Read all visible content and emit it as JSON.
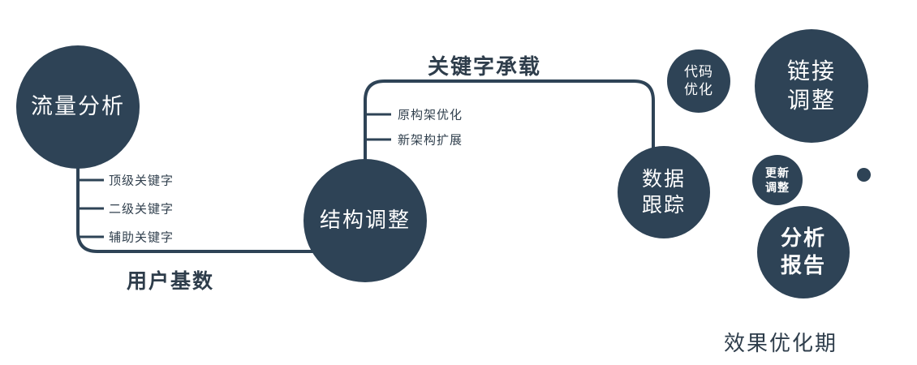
{
  "palette": {
    "node_fill": "#2e4356",
    "connector_line": "#2e4356",
    "node_text": "#ffffff",
    "label_text": "#2e3d4b"
  },
  "nodes": {
    "traffic_analysis": {
      "label": "流量分析"
    },
    "structure_adjust": {
      "label": "结构调整"
    },
    "data_tracking": {
      "lines": [
        "数据",
        "跟踪"
      ]
    },
    "code_optimization": {
      "lines": [
        "代码",
        "优化"
      ]
    },
    "link_adjustment": {
      "lines": [
        "链接",
        "调整"
      ]
    },
    "update_adjustment": {
      "lines": [
        "更新",
        "调整"
      ]
    },
    "analysis_report": {
      "lines": [
        "分析",
        "报告"
      ]
    }
  },
  "branch_labels": {
    "traffic": [
      "顶级关键字",
      "二级关键字",
      "辅助关键字"
    ],
    "structure": [
      "原构架优化",
      "新架构扩展"
    ]
  },
  "edge_labels": {
    "user_base": "用户基数",
    "keyword_carrying": "关键字承载"
  },
  "caption": "效果优化期"
}
